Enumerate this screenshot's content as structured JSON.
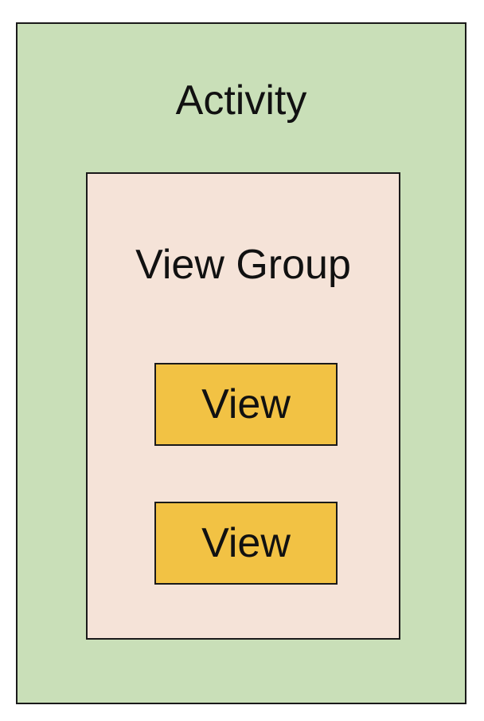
{
  "diagram": {
    "activity": {
      "label": "Activity"
    },
    "view_group": {
      "label": "View Group"
    },
    "views": [
      {
        "label": "View"
      },
      {
        "label": "View"
      }
    ]
  },
  "colors": {
    "activity_fill": "#c9dfb8",
    "view_group_fill": "#f5e3d8",
    "view_fill": "#f2c244",
    "border": "#1a1a1a"
  }
}
